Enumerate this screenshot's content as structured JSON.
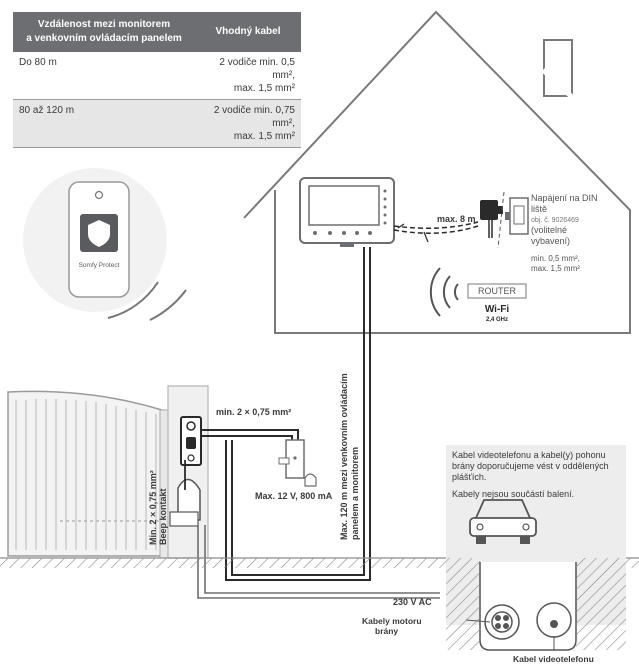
{
  "table": {
    "headers": [
      "Vzdálenost mezi monitorem\na venkovním ovládacím panelem",
      "Vhodný kabel"
    ],
    "rows": [
      {
        "distance": "Do 80 m",
        "cable_line1": "2 vodiče min. 0,5 mm²,",
        "cable_line2": "max. 1,5 mm²"
      },
      {
        "distance": "80 až 120 m",
        "cable_line1": "2 vodiče min. 0,75 mm²,",
        "cable_line2": "max. 1,5 mm²"
      }
    ]
  },
  "remote": {
    "brand": "somfy",
    "label": "Somfy Protect"
  },
  "house": {
    "distance_label": "max. 8 m",
    "din_title": "Napájení na DIN",
    "din_title2": "liště",
    "din_ref": "obj. č. 9026469",
    "din_optional1": "(volitelné",
    "din_optional2": "vybavení)",
    "din_cable1": "min. 0,5 mm²,",
    "din_cable2": "max. 1,5 mm²",
    "router_label": "ROUTER",
    "wifi_label": "Wi-Fi",
    "wifi_band": "2,4 GHz"
  },
  "outdoor": {
    "gate_cable_line1": "Min. 2 × 0,75 mm²",
    "gate_cable_line2": "Beep  kontakt",
    "lock_cable": "min. 2 × 0,75 mm²",
    "lock_rating": "Max. 12 V, 800 mA",
    "vertical_label_line1": "Max. 120 m mezi venkovním ovládacím",
    "vertical_label_line2": "panelem a monitorem",
    "mains_label": "230 V AC"
  },
  "info_box": {
    "text1_line1": "Kabel videotelefonu a kabel(y) pohonu",
    "text1_line2": "brány doporučujeme vést v oddělených",
    "text1_line3": "plášťích.",
    "text2": "Kabely nejsou součástí balení.",
    "motor_cables_line1": "Kabely motoru",
    "motor_cables_line2": "brány",
    "video_cable": "Kabel videotelefonu"
  }
}
